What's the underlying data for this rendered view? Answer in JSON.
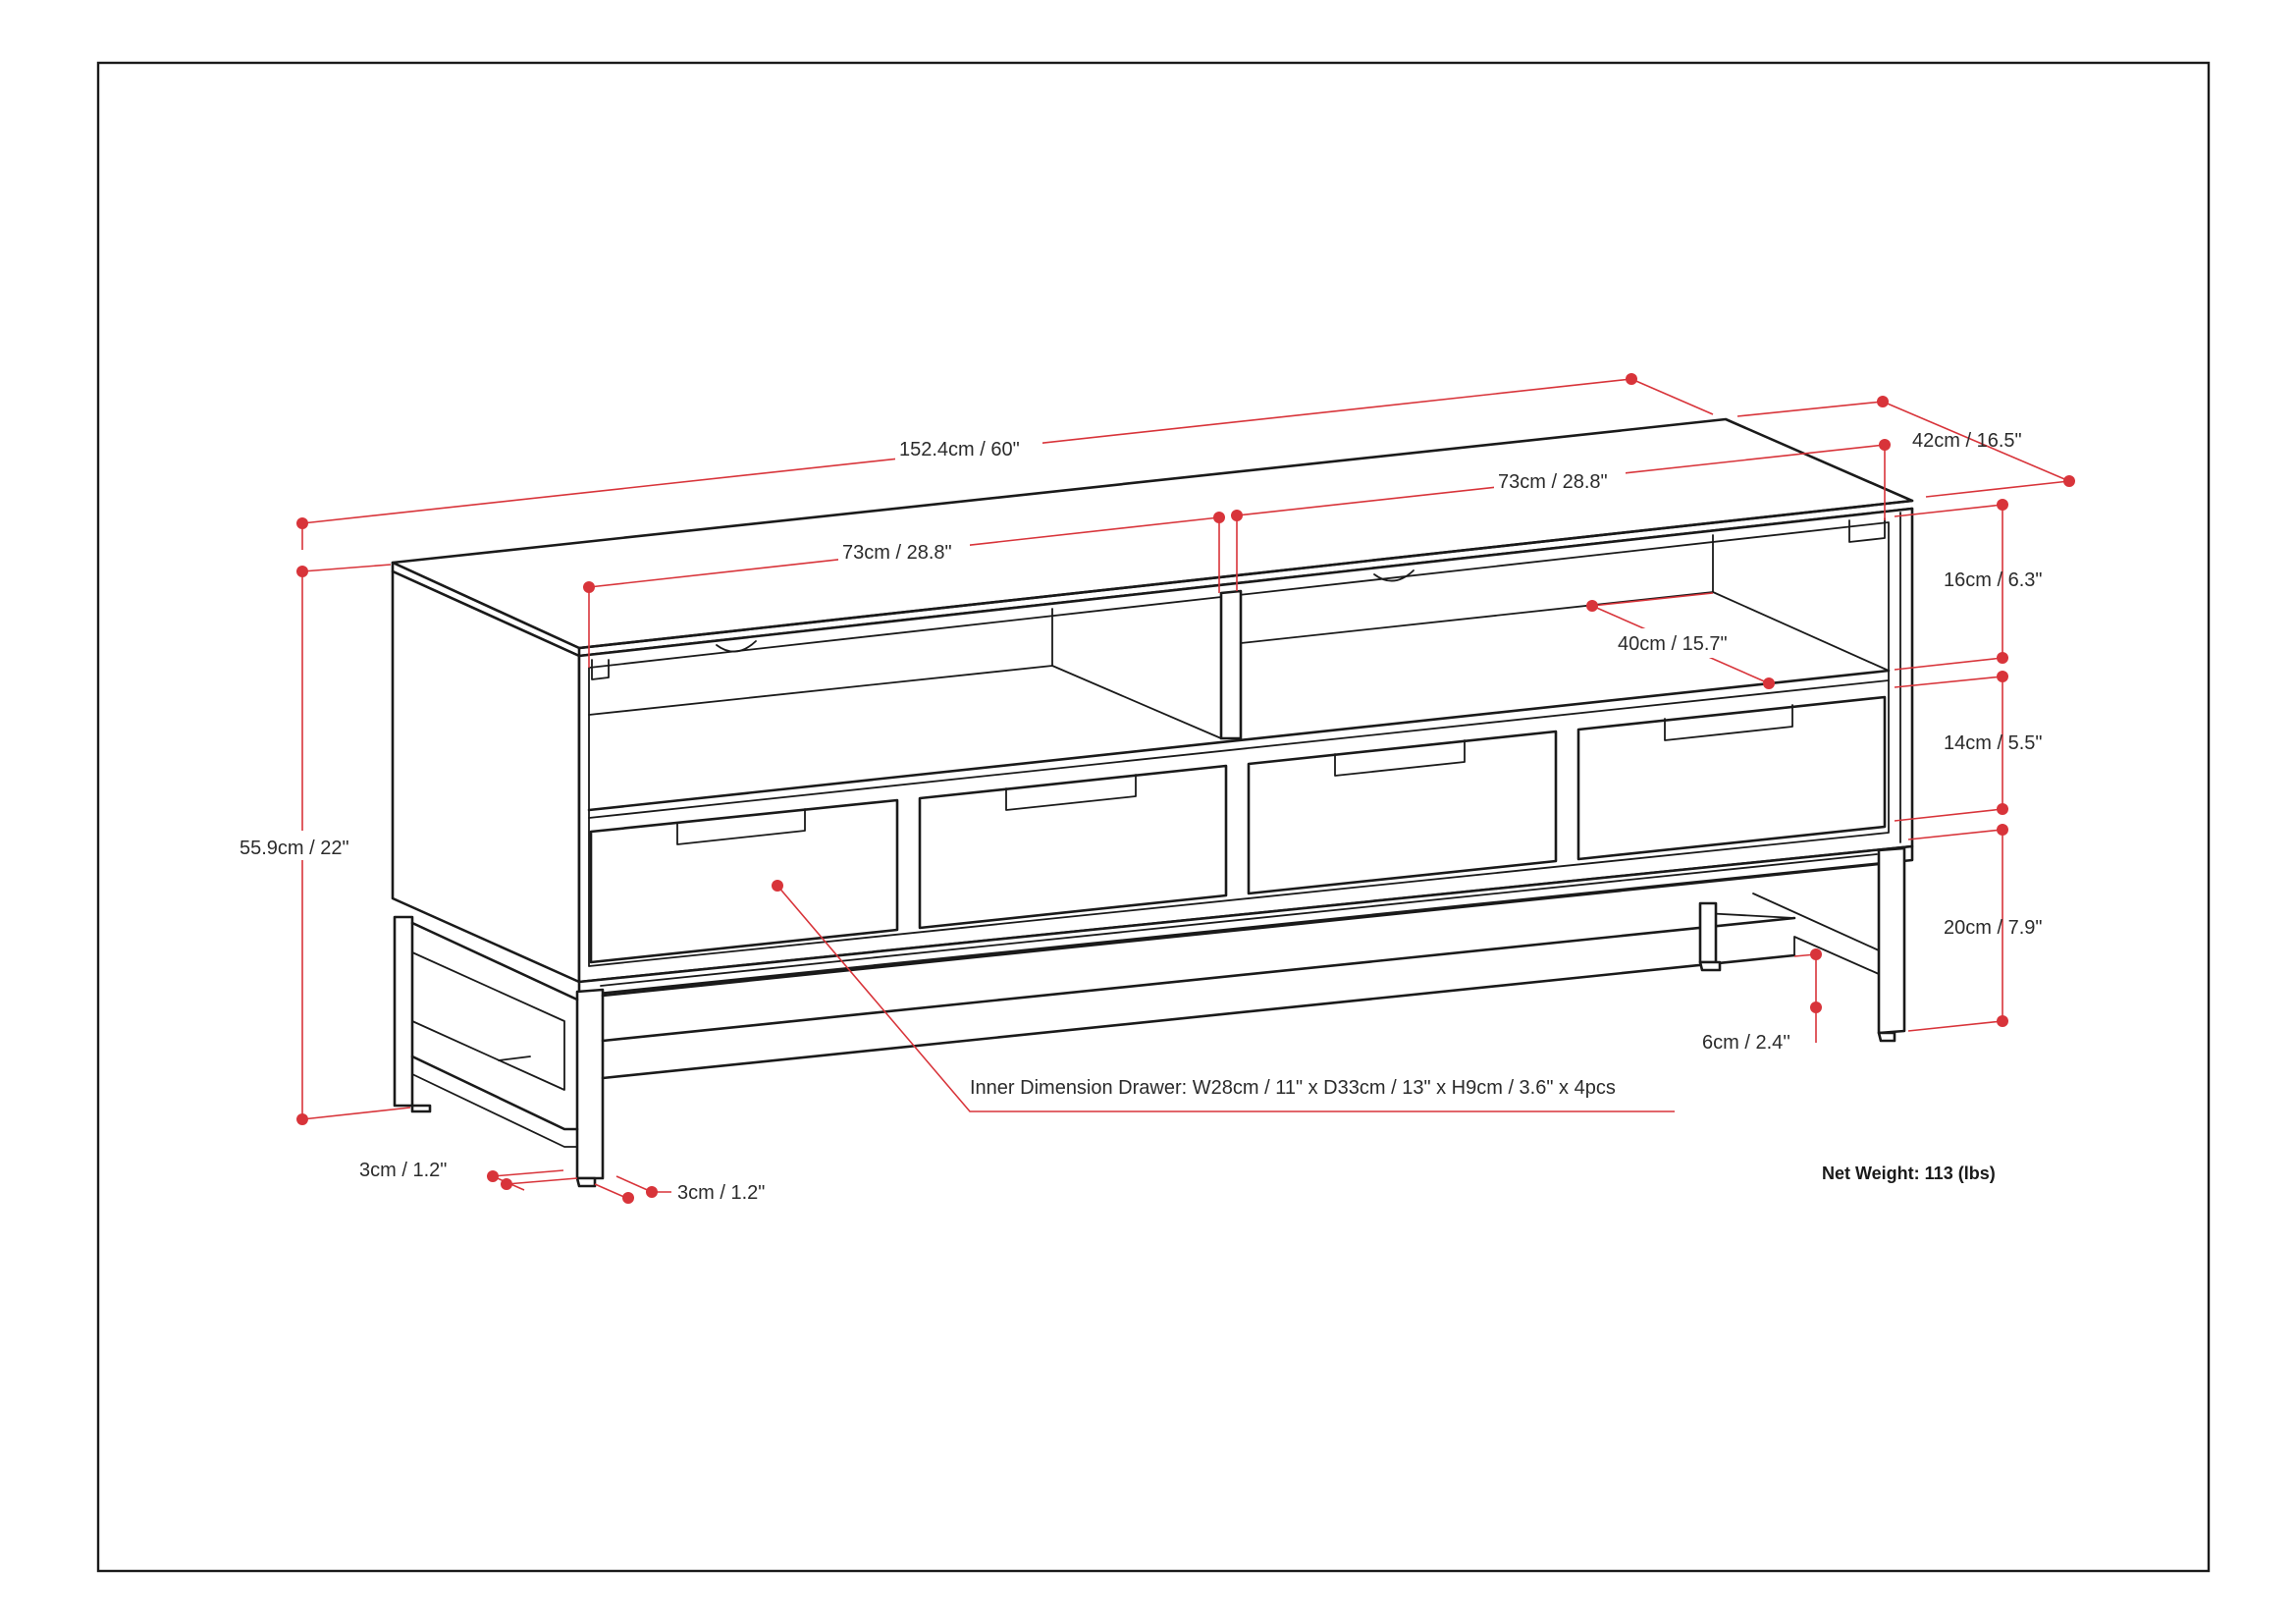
{
  "labels": {
    "overall_width": "152.4cm / 60\"",
    "depth": "42cm / 16.5\"",
    "left_opening_width": "73cm / 28.8\"",
    "right_opening_width": "73cm / 28.8\"",
    "shelf_depth": "40cm / 15.7\"",
    "opening_height": "16cm / 6.3\"",
    "drawer_height": "14cm / 5.5\"",
    "leg_clearance": "20cm / 7.9\"",
    "overall_height": "55.9cm / 22\"",
    "stretcher_height": "6cm / 2.4''",
    "leg_width": "3cm / 1.2\"",
    "leg_depth": "3cm / 1.2\"",
    "drawer_inner": "Inner Dimension Drawer: W28cm / 11\" x D33cm / 13\" x H9cm / 3.6\" x 4pcs",
    "net_weight": "Net Weight: 113 (lbs)"
  },
  "colors": {
    "dimension": "#d8343a",
    "outline": "#1a1a1a"
  }
}
